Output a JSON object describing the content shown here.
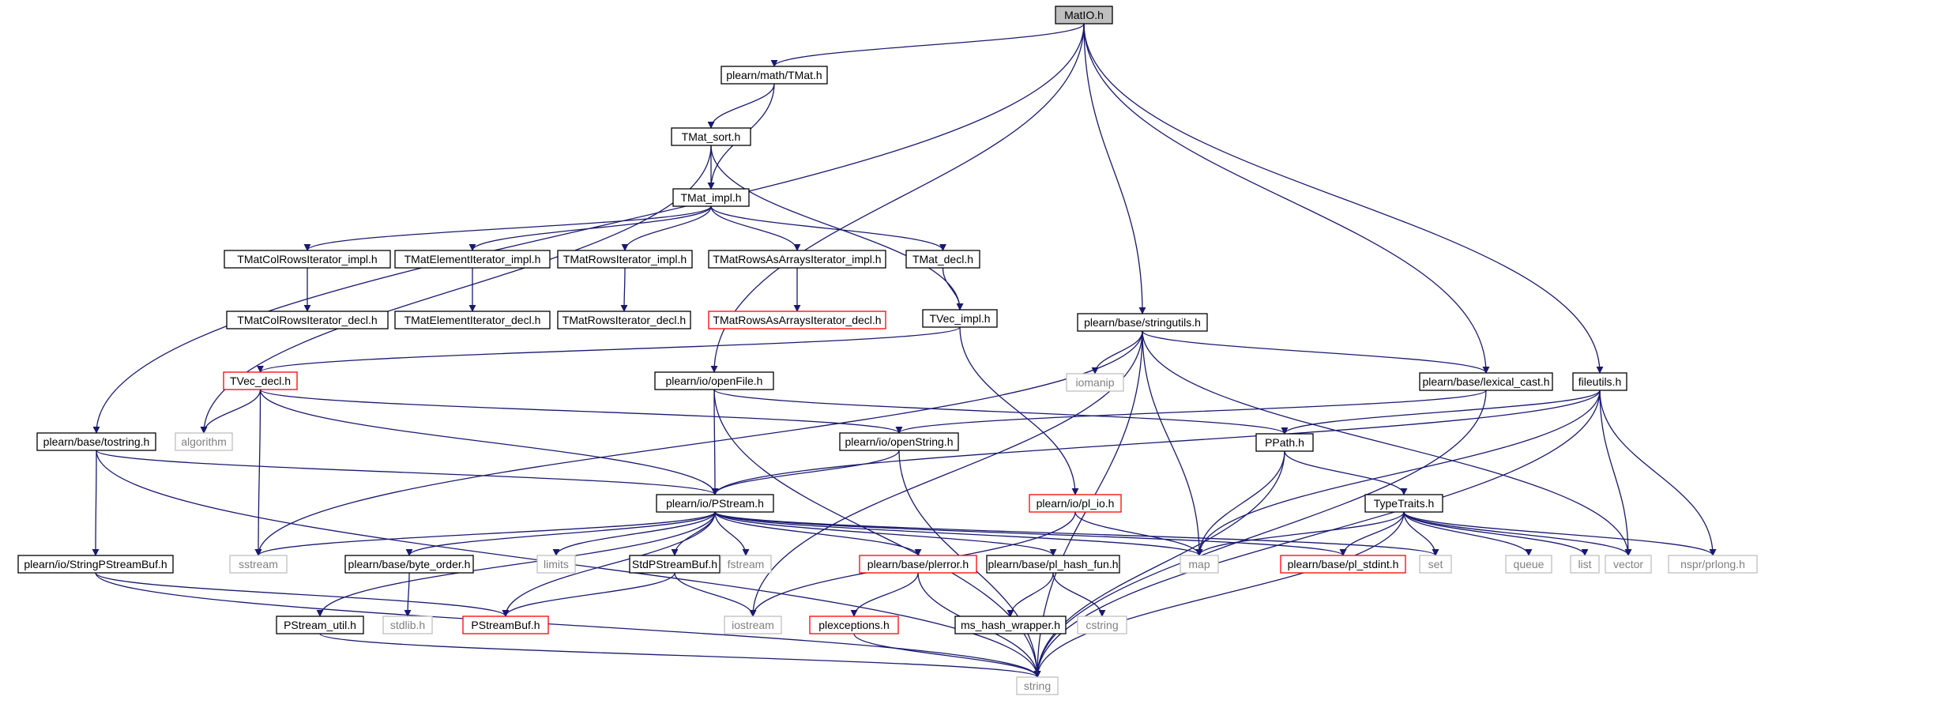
{
  "colors": {
    "edge": "#191970",
    "box_default": "#000000",
    "box_missing": "#bfbfbf",
    "box_has_more": "#ff0000",
    "box_root_fill": "#bfbfbf",
    "text_default": "#000000",
    "text_missing": "#808080",
    "background": "#ffffff"
  },
  "nodes": [
    {
      "id": "matio",
      "label": "MatIO.h",
      "kind": "root"
    },
    {
      "id": "tmat",
      "label": "plearn/math/TMat.h",
      "kind": "normal"
    },
    {
      "id": "tmat_sort",
      "label": "TMat_sort.h",
      "kind": "normal"
    },
    {
      "id": "tmat_impl",
      "label": "TMat_impl.h",
      "kind": "normal"
    },
    {
      "id": "colrows_impl",
      "label": "TMatColRowsIterator_impl.h",
      "kind": "normal"
    },
    {
      "id": "elem_impl",
      "label": "TMatElementIterator_impl.h",
      "kind": "normal"
    },
    {
      "id": "rows_impl",
      "label": "TMatRowsIterator_impl.h",
      "kind": "normal"
    },
    {
      "id": "rowsarr_impl",
      "label": "TMatRowsAsArraysIterator_impl.h",
      "kind": "normal"
    },
    {
      "id": "tmat_decl",
      "label": "TMat_decl.h",
      "kind": "normal"
    },
    {
      "id": "colrows_decl",
      "label": "TMatColRowsIterator_decl.h",
      "kind": "normal"
    },
    {
      "id": "elem_decl",
      "label": "TMatElementIterator_decl.h",
      "kind": "normal"
    },
    {
      "id": "rows_decl",
      "label": "TMatRowsIterator_decl.h",
      "kind": "normal"
    },
    {
      "id": "rowsarr_decl",
      "label": "TMatRowsAsArraysIterator_decl.h",
      "kind": "more"
    },
    {
      "id": "tvec_impl",
      "label": "TVec_impl.h",
      "kind": "normal"
    },
    {
      "id": "stringutils",
      "label": "plearn/base/stringutils.h",
      "kind": "normal"
    },
    {
      "id": "tvec_decl",
      "label": "TVec_decl.h",
      "kind": "more"
    },
    {
      "id": "openfile",
      "label": "plearn/io/openFile.h",
      "kind": "normal"
    },
    {
      "id": "iomanip",
      "label": "iomanip",
      "kind": "missing"
    },
    {
      "id": "lexical_cast",
      "label": "plearn/base/lexical_cast.h",
      "kind": "normal"
    },
    {
      "id": "fileutils",
      "label": "fileutils.h",
      "kind": "normal"
    },
    {
      "id": "algorithm",
      "label": "algorithm",
      "kind": "missing"
    },
    {
      "id": "tostring",
      "label": "plearn/base/tostring.h",
      "kind": "normal"
    },
    {
      "id": "openstring",
      "label": "plearn/io/openString.h",
      "kind": "normal"
    },
    {
      "id": "ppath",
      "label": "PPath.h",
      "kind": "normal"
    },
    {
      "id": "pl_io",
      "label": "plearn/io/pl_io.h",
      "kind": "more"
    },
    {
      "id": "typetraits",
      "label": "TypeTraits.h",
      "kind": "normal"
    },
    {
      "id": "pstream",
      "label": "plearn/io/PStream.h",
      "kind": "normal"
    },
    {
      "id": "stringpsbuf",
      "label": "plearn/io/StringPStreamBuf.h",
      "kind": "normal"
    },
    {
      "id": "sstream",
      "label": "sstream",
      "kind": "missing"
    },
    {
      "id": "byte_order",
      "label": "plearn/base/byte_order.h",
      "kind": "normal"
    },
    {
      "id": "limits",
      "label": "limits",
      "kind": "missing"
    },
    {
      "id": "stdpsbuf",
      "label": "StdPStreamBuf.h",
      "kind": "normal"
    },
    {
      "id": "fstream",
      "label": "fstream",
      "kind": "missing"
    },
    {
      "id": "plerror",
      "label": "plearn/base/plerror.h",
      "kind": "more"
    },
    {
      "id": "pl_hash_fun",
      "label": "plearn/base/pl_hash_fun.h",
      "kind": "normal"
    },
    {
      "id": "map",
      "label": "map",
      "kind": "missing"
    },
    {
      "id": "pl_stdint",
      "label": "plearn/base/pl_stdint.h",
      "kind": "more"
    },
    {
      "id": "set",
      "label": "set",
      "kind": "missing"
    },
    {
      "id": "queue",
      "label": "queue",
      "kind": "missing"
    },
    {
      "id": "list",
      "label": "list",
      "kind": "missing"
    },
    {
      "id": "vector",
      "label": "vector",
      "kind": "missing"
    },
    {
      "id": "prlong",
      "label": "nspr/prlong.h",
      "kind": "missing"
    },
    {
      "id": "pstream_util",
      "label": "PStream_util.h",
      "kind": "normal"
    },
    {
      "id": "stdlib",
      "label": "stdlib.h",
      "kind": "missing"
    },
    {
      "id": "psbuf",
      "label": "PStreamBuf.h",
      "kind": "more"
    },
    {
      "id": "iostream",
      "label": "iostream",
      "kind": "missing"
    },
    {
      "id": "plexceptions",
      "label": "plexceptions.h",
      "kind": "more"
    },
    {
      "id": "ms_hash",
      "label": "ms_hash_wrapper.h",
      "kind": "normal"
    },
    {
      "id": "cstring",
      "label": "cstring",
      "kind": "missing"
    },
    {
      "id": "string",
      "label": "string",
      "kind": "missing"
    }
  ],
  "edges": [
    [
      "matio",
      "tmat"
    ],
    [
      "matio",
      "tostring"
    ],
    [
      "matio",
      "openfile"
    ],
    [
      "matio",
      "stringutils"
    ],
    [
      "matio",
      "lexical_cast"
    ],
    [
      "matio",
      "fileutils"
    ],
    [
      "tmat",
      "tmat_sort"
    ],
    [
      "tmat",
      "tmat_impl"
    ],
    [
      "tmat_sort",
      "tmat_impl"
    ],
    [
      "tmat_sort",
      "algorithm"
    ],
    [
      "tmat_sort",
      "tvec_impl"
    ],
    [
      "tmat_impl",
      "colrows_impl"
    ],
    [
      "tmat_impl",
      "elem_impl"
    ],
    [
      "tmat_impl",
      "rows_impl"
    ],
    [
      "tmat_impl",
      "rowsarr_impl"
    ],
    [
      "tmat_impl",
      "tmat_decl"
    ],
    [
      "colrows_impl",
      "colrows_decl"
    ],
    [
      "elem_impl",
      "elem_decl"
    ],
    [
      "rows_impl",
      "rows_decl"
    ],
    [
      "rowsarr_impl",
      "rowsarr_decl"
    ],
    [
      "tmat_decl",
      "tvec_impl"
    ],
    [
      "tvec_impl",
      "tvec_decl"
    ],
    [
      "tvec_impl",
      "pl_io"
    ],
    [
      "tvec_decl",
      "algorithm"
    ],
    [
      "tvec_decl",
      "sstream"
    ],
    [
      "tvec_decl",
      "pstream"
    ],
    [
      "tvec_decl",
      "openstring"
    ],
    [
      "stringutils",
      "iomanip"
    ],
    [
      "stringutils",
      "lexical_cast"
    ],
    [
      "stringutils",
      "sstream"
    ],
    [
      "stringutils",
      "map"
    ],
    [
      "stringutils",
      "vector"
    ],
    [
      "stringutils",
      "string"
    ],
    [
      "stringutils",
      "iostream"
    ],
    [
      "openfile",
      "pstream"
    ],
    [
      "openfile",
      "ppath"
    ],
    [
      "openfile",
      "string"
    ],
    [
      "lexical_cast",
      "openstring"
    ],
    [
      "lexical_cast",
      "string"
    ],
    [
      "fileutils",
      "ppath"
    ],
    [
      "fileutils",
      "pstream"
    ],
    [
      "fileutils",
      "map"
    ],
    [
      "fileutils",
      "vector"
    ],
    [
      "fileutils",
      "prlong"
    ],
    [
      "fileutils",
      "string"
    ],
    [
      "tostring",
      "pstream"
    ],
    [
      "tostring",
      "stringpsbuf"
    ],
    [
      "tostring",
      "string"
    ],
    [
      "openstring",
      "pstream"
    ],
    [
      "openstring",
      "string"
    ],
    [
      "ppath",
      "typetraits"
    ],
    [
      "ppath",
      "map"
    ],
    [
      "ppath",
      "string"
    ],
    [
      "pl_io",
      "map"
    ],
    [
      "pl_io",
      "iostream"
    ],
    [
      "typetraits",
      "map"
    ],
    [
      "typetraits",
      "pl_stdint"
    ],
    [
      "typetraits",
      "set"
    ],
    [
      "typetraits",
      "queue"
    ],
    [
      "typetraits",
      "list"
    ],
    [
      "typetraits",
      "vector"
    ],
    [
      "typetraits",
      "prlong"
    ],
    [
      "typetraits",
      "string"
    ],
    [
      "pstream",
      "sstream"
    ],
    [
      "pstream",
      "byte_order"
    ],
    [
      "pstream",
      "limits"
    ],
    [
      "pstream",
      "stdpsbuf"
    ],
    [
      "pstream",
      "fstream"
    ],
    [
      "pstream",
      "plerror"
    ],
    [
      "pstream",
      "pl_hash_fun"
    ],
    [
      "pstream",
      "map"
    ],
    [
      "pstream",
      "pl_stdint"
    ],
    [
      "pstream",
      "set"
    ],
    [
      "pstream",
      "pstream_util"
    ],
    [
      "pstream",
      "psbuf"
    ],
    [
      "stringpsbuf",
      "psbuf"
    ],
    [
      "stringpsbuf",
      "string"
    ],
    [
      "byte_order",
      "stdlib"
    ],
    [
      "stdpsbuf",
      "psbuf"
    ],
    [
      "stdpsbuf",
      "iostream"
    ],
    [
      "plerror",
      "plexceptions"
    ],
    [
      "plerror",
      "string"
    ],
    [
      "pl_hash_fun",
      "ms_hash"
    ],
    [
      "pl_hash_fun",
      "cstring"
    ],
    [
      "pstream_util",
      "string"
    ],
    [
      "plexceptions",
      "string"
    ]
  ]
}
